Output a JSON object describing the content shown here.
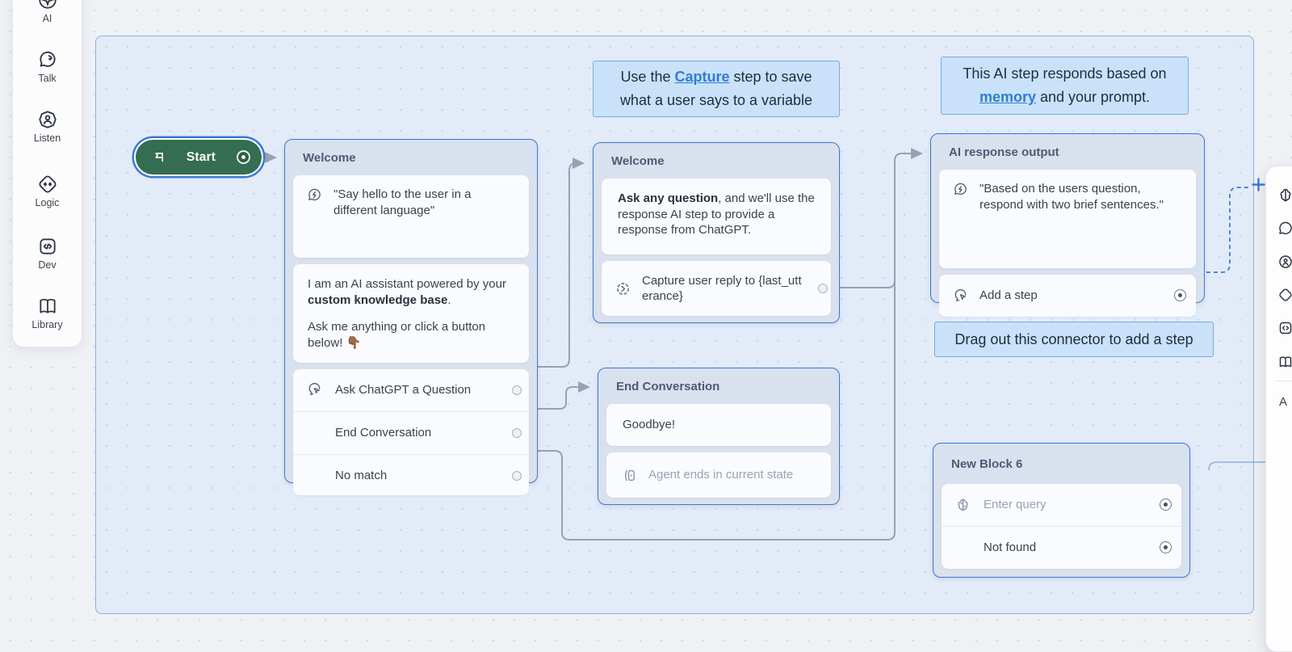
{
  "sidebar": {
    "items": [
      {
        "label": "AI",
        "icon": "ai-icon"
      },
      {
        "label": "Talk",
        "icon": "talk-icon"
      },
      {
        "label": "Listen",
        "icon": "listen-icon"
      },
      {
        "label": "Logic",
        "icon": "logic-icon"
      },
      {
        "label": "Dev",
        "icon": "dev-icon"
      },
      {
        "label": "Library",
        "icon": "library-icon"
      }
    ]
  },
  "canvas": {
    "start": {
      "label": "Start"
    },
    "callouts": {
      "capture": {
        "pre": "Use the ",
        "link": "Capture",
        "post": " step to save what a user says to a variable"
      },
      "memory": {
        "pre": "This AI step responds based on ",
        "link": "memory",
        "post": " and your prompt."
      },
      "connector": {
        "text": "Drag out this connector to add a step"
      }
    },
    "blocks": {
      "welcome1": {
        "title": "Welcome",
        "step1_text": "\"Say hello to the user in a different language\"",
        "step2_p1_pre": "I am an AI assistant powered by your ",
        "step2_p1_bold": "custom knowledge base",
        "step2_p1_post": ".",
        "step2_p2": "Ask me anything or click a button below! 👇🏾",
        "buttons": [
          "Ask ChatGPT a Question",
          "End Conversation",
          "No match"
        ]
      },
      "welcome2": {
        "title": "Welcome",
        "step1_bold": "Ask any question",
        "step1_rest": ", and we'll use the response AI step to provide a response from ChatGPT.",
        "step2_text": "Capture user reply to {last_utterance}"
      },
      "end": {
        "title": "End Conversation",
        "step1_text": "Goodbye!",
        "step2_text": "Agent ends in current state"
      },
      "ai": {
        "title": "AI response output",
        "step1_text": "\"Based on the users question, respond with two brief sentences.\"",
        "step2_text": "Add a step"
      },
      "new6": {
        "title": "New Block 6",
        "row1_text": "Enter query",
        "row2_text": "Not found"
      }
    },
    "right_panel": {
      "partial_label": "A",
      "icons": [
        "brain-icon",
        "talk-icon",
        "listen-icon",
        "logic-icon",
        "dev-icon",
        "library-icon"
      ]
    }
  },
  "colors": {
    "selection_blue": "#3b79cf",
    "section_fill": "#e3ebf8",
    "section_border": "#8aafde",
    "start_green": "#356d52",
    "callout_bg": "#c9e2f9",
    "callout_border": "#79abe0",
    "link_blue": "#2f7dd2",
    "connector_gray": "#98a1b2",
    "connector_dashed_blue": "#4d86d8",
    "block_fill": "#d9e1ee",
    "card_fill": "#fafbfe"
  }
}
